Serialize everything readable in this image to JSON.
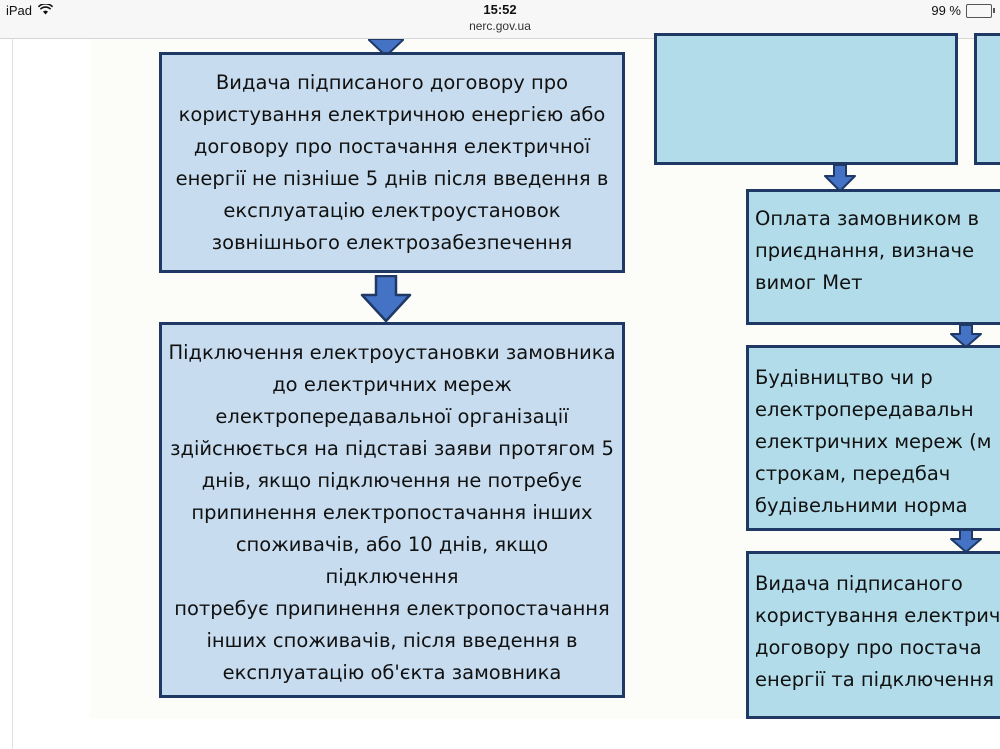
{
  "status_bar": {
    "device": "iPad",
    "time": "15:52",
    "url": "nerc.gov.ua",
    "battery": "99 %",
    "battery_level": 0.99
  },
  "flowchart": {
    "left": {
      "box1": "Видача підписаного договору про\nкористування електричною енергією або\nдоговору про постачання електричної\nенергії не пізніше 5 днів після введення в\nексплуатацію електроустановок\nзовнішнього електрозабезпечення",
      "box2": "Підключення електроустановки замовника\nдо електричних мереж\nелектропередавальної організації\nздійснюється на підставі заяви протягом 5\nднів, якщо підключення не потребує\nприпинення електропостачання інших\nспоживачів, або 10 днів, якщо підключення\nпотребує припинення електропостачання\nінших споживачів, після введення в\nексплуатацію об'єкта замовника"
    },
    "right": {
      "box1": "      Оплата замовником в\n    приєднання, визначе\n                         вимог Мет",
      "box2": "         Будівництво чи р\n  електропередавальн\nелектричних мереж (м\n      строкам, передбач\n  будівельними норма",
      "box3": "      Видача підписаного\n  користування електрич\n    договору про постача\nенергії та підключення"
    }
  }
}
